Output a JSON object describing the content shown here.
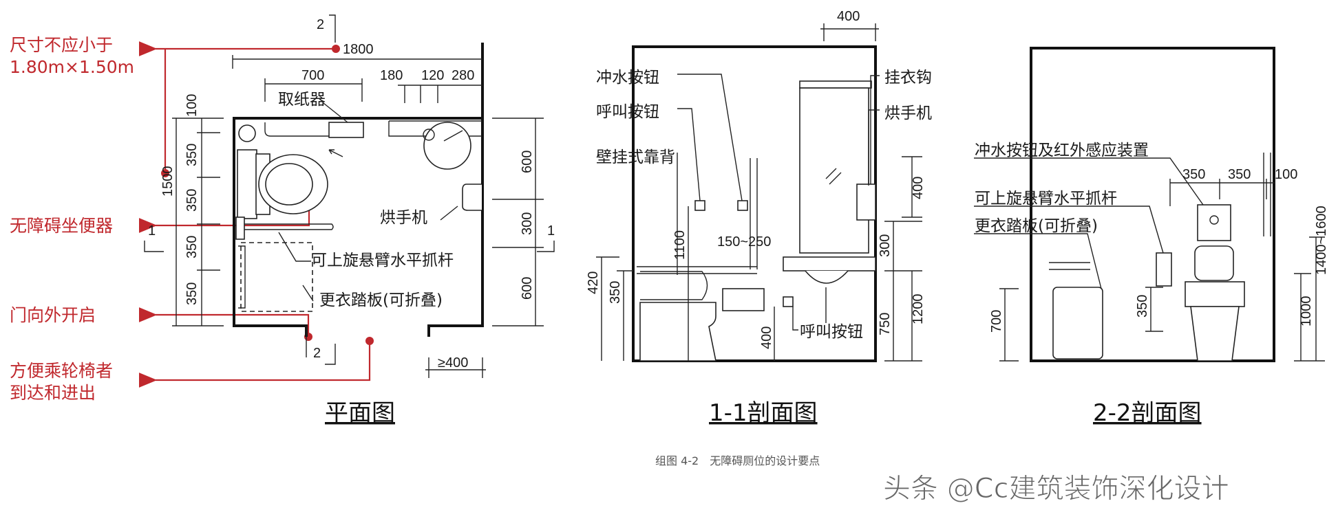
{
  "annotations": {
    "size": [
      "尺寸不应小于",
      "1.80m×1.50m"
    ],
    "toilet": "无障碍坐便器",
    "door": "门向外开启",
    "access": [
      "方便乘轮椅者",
      "到达和进出"
    ],
    "color": "#c0282d"
  },
  "plan": {
    "title": "平面图",
    "dims_top": [
      "1800",
      "700",
      "180",
      "120",
      "280"
    ],
    "dims_left": [
      "100",
      "350",
      "350",
      "350",
      "350",
      "1500"
    ],
    "dims_right": [
      "600",
      "300",
      "600"
    ],
    "dim_door": "≥400",
    "labels": {
      "paper": "取纸器",
      "dryer": "烘手机",
      "grab_bar": "可上旋悬臂水平抓杆",
      "board": "更衣踏板(可折叠)"
    },
    "section_marks": [
      "2",
      "2",
      "1",
      "1"
    ]
  },
  "section_1_1": {
    "title": "1-1剖面图",
    "labels": {
      "flush": "冲水按钮",
      "call": "呼叫按钮",
      "backrest": "壁挂式靠背",
      "hook": "挂衣钩",
      "dryer": "烘手机",
      "call_low": "呼叫按钮"
    },
    "dims": {
      "top": "400",
      "d1100": "1100",
      "d150": "150~250",
      "d420": "420",
      "d350": "350",
      "d400": "400",
      "r400": "400",
      "r300": "300",
      "r1200": "1200",
      "r750": "750"
    }
  },
  "section_2_2": {
    "title": "2-2剖面图",
    "labels": {
      "flush": "冲水按钮及红外感应装置",
      "grab_bar": "可上旋悬臂水平抓杆",
      "board": "更衣踏板(可折叠)"
    },
    "dims": {
      "d350a": "350",
      "d350b": "350",
      "d100": "100",
      "d700": "700",
      "d350": "350",
      "d1000": "1000",
      "d1400": "1400~1600"
    }
  },
  "caption": "组图 4-2　无障碍厕位的设计要点",
  "watermark": "头条 @Cc建筑装饰深化设计"
}
